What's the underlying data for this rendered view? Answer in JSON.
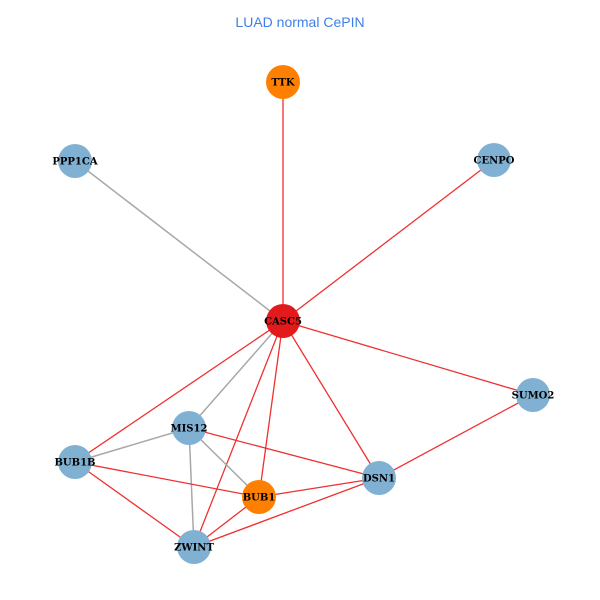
{
  "title": "LUAD normal CePIN",
  "colors": {
    "edge_red": "#f03030",
    "edge_gray": "#a8a8a8",
    "node_blue": "#80b1d3",
    "node_orange": "#ff8000",
    "node_red": "#e31a1c"
  },
  "nodes": [
    {
      "id": "TTK",
      "color": "#ff8000"
    },
    {
      "id": "PPP1CA",
      "color": "#80b1d3"
    },
    {
      "id": "CENPO",
      "color": "#80b1d3"
    },
    {
      "id": "CASC5",
      "color": "#e31a1c"
    },
    {
      "id": "SUMO2",
      "color": "#80b1d3"
    },
    {
      "id": "MIS12",
      "color": "#80b1d3"
    },
    {
      "id": "BUB1B",
      "color": "#80b1d3"
    },
    {
      "id": "DSN1",
      "color": "#80b1d3"
    },
    {
      "id": "BUB1",
      "color": "#ff8000"
    },
    {
      "id": "ZWINT",
      "color": "#80b1d3"
    }
  ],
  "edges": [
    {
      "source": "TTK",
      "target": "CASC5",
      "type": "red"
    },
    {
      "source": "CENPO",
      "target": "CASC5",
      "type": "red"
    },
    {
      "source": "PPP1CA",
      "target": "CASC5",
      "type": "gray"
    },
    {
      "source": "CASC5",
      "target": "SUMO2",
      "type": "red"
    },
    {
      "source": "CASC5",
      "target": "BUB1B",
      "type": "red"
    },
    {
      "source": "CASC5",
      "target": "MIS12",
      "type": "gray"
    },
    {
      "source": "CASC5",
      "target": "ZWINT",
      "type": "red"
    },
    {
      "source": "CASC5",
      "target": "BUB1",
      "type": "red"
    },
    {
      "source": "CASC5",
      "target": "DSN1",
      "type": "red"
    },
    {
      "source": "SUMO2",
      "target": "DSN1",
      "type": "red"
    },
    {
      "source": "MIS12",
      "target": "DSN1",
      "type": "red"
    },
    {
      "source": "MIS12",
      "target": "BUB1B",
      "type": "gray"
    },
    {
      "source": "MIS12",
      "target": "ZWINT",
      "type": "gray"
    },
    {
      "source": "MIS12",
      "target": "BUB1",
      "type": "gray"
    },
    {
      "source": "BUB1B",
      "target": "BUB1",
      "type": "red"
    },
    {
      "source": "BUB1B",
      "target": "ZWINT",
      "type": "red"
    },
    {
      "source": "BUB1",
      "target": "DSN1",
      "type": "red"
    },
    {
      "source": "BUB1",
      "target": "ZWINT",
      "type": "red"
    },
    {
      "source": "ZWINT",
      "target": "DSN1",
      "type": "red"
    }
  ]
}
